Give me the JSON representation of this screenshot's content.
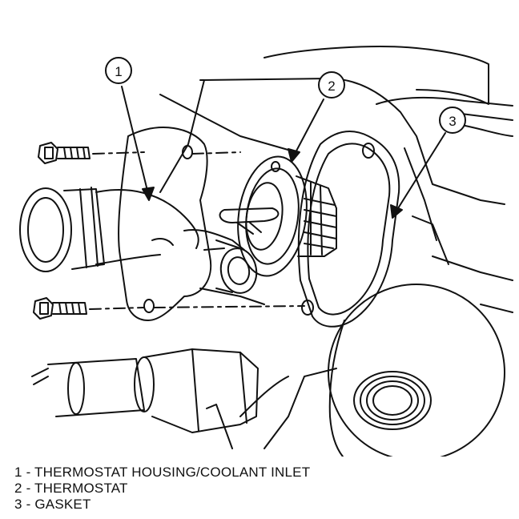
{
  "callouts": [
    "1",
    "2",
    "3"
  ],
  "legend": [
    "1 - THERMOSTAT HOUSING/COOLANT INLET",
    "2 - THERMOSTAT",
    "3 - GASKET"
  ],
  "colors": {
    "ink": "#111111",
    "paper": "#ffffff"
  }
}
